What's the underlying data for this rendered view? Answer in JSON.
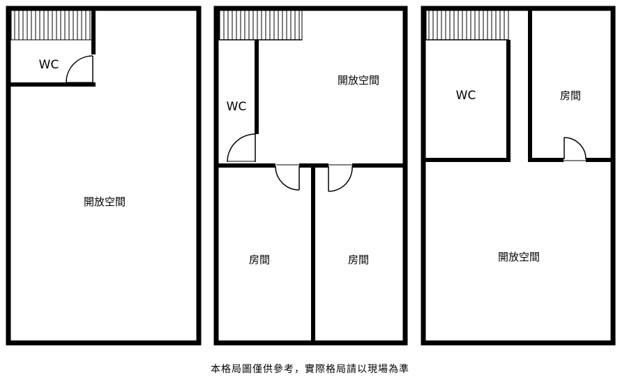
{
  "floor1": {
    "wc_label": "WC",
    "open_label": "開放空間"
  },
  "floor2": {
    "wc_label": "WC",
    "open_label": "開放空間",
    "room_left_label": "房間",
    "room_right_label": "房間"
  },
  "floor3": {
    "wc_label": "WC",
    "room_label": "房間",
    "open_label": "開放空間"
  },
  "footer": {
    "disclaimer": "本格局圖僅供參考，實際格局請以現場為準"
  }
}
